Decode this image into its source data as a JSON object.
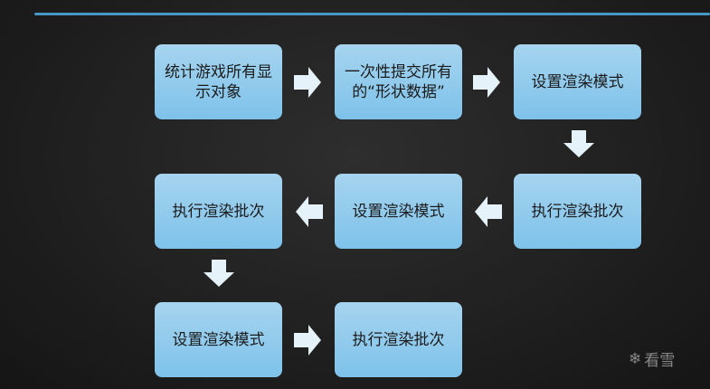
{
  "steps": [
    "统计游戏所有显示对象",
    "一次性提交所有的“形状数据”",
    "设置渲染模式",
    "执行渲染批次",
    "设置渲染模式",
    "执行渲染批次",
    "设置渲染模式",
    "执行渲染批次"
  ],
  "watermark": "看雪",
  "colors": {
    "box": "#8ecbee",
    "line": "#4aa6d6"
  }
}
